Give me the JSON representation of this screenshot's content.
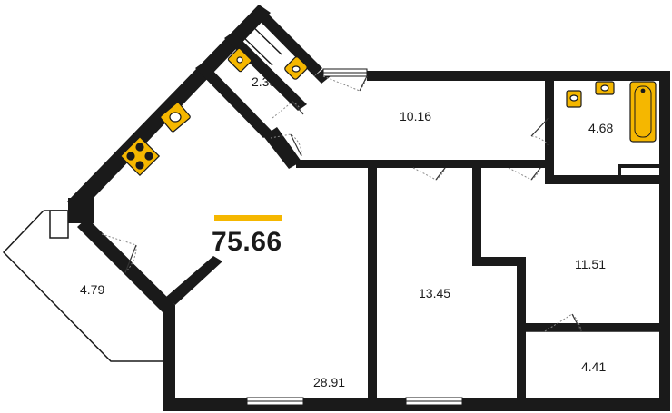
{
  "plan": {
    "total_area": "75.66",
    "accent_color": "#f5b700",
    "wall_color": "#1a1a1a",
    "rooms": [
      {
        "id": "bathroom-small",
        "area": "2.35"
      },
      {
        "id": "hallway",
        "area": "10.16"
      },
      {
        "id": "bathroom",
        "area": "4.68"
      },
      {
        "id": "balcony-left",
        "area": "4.79"
      },
      {
        "id": "living-kitchen",
        "area": "28.91"
      },
      {
        "id": "bedroom-middle",
        "area": "13.45"
      },
      {
        "id": "bedroom-right",
        "area": "11.51"
      },
      {
        "id": "balcony-right",
        "area": "4.41"
      }
    ],
    "fixtures": [
      "sink-icon",
      "toilet-icon",
      "bathtub-icon",
      "stove-icon"
    ]
  }
}
